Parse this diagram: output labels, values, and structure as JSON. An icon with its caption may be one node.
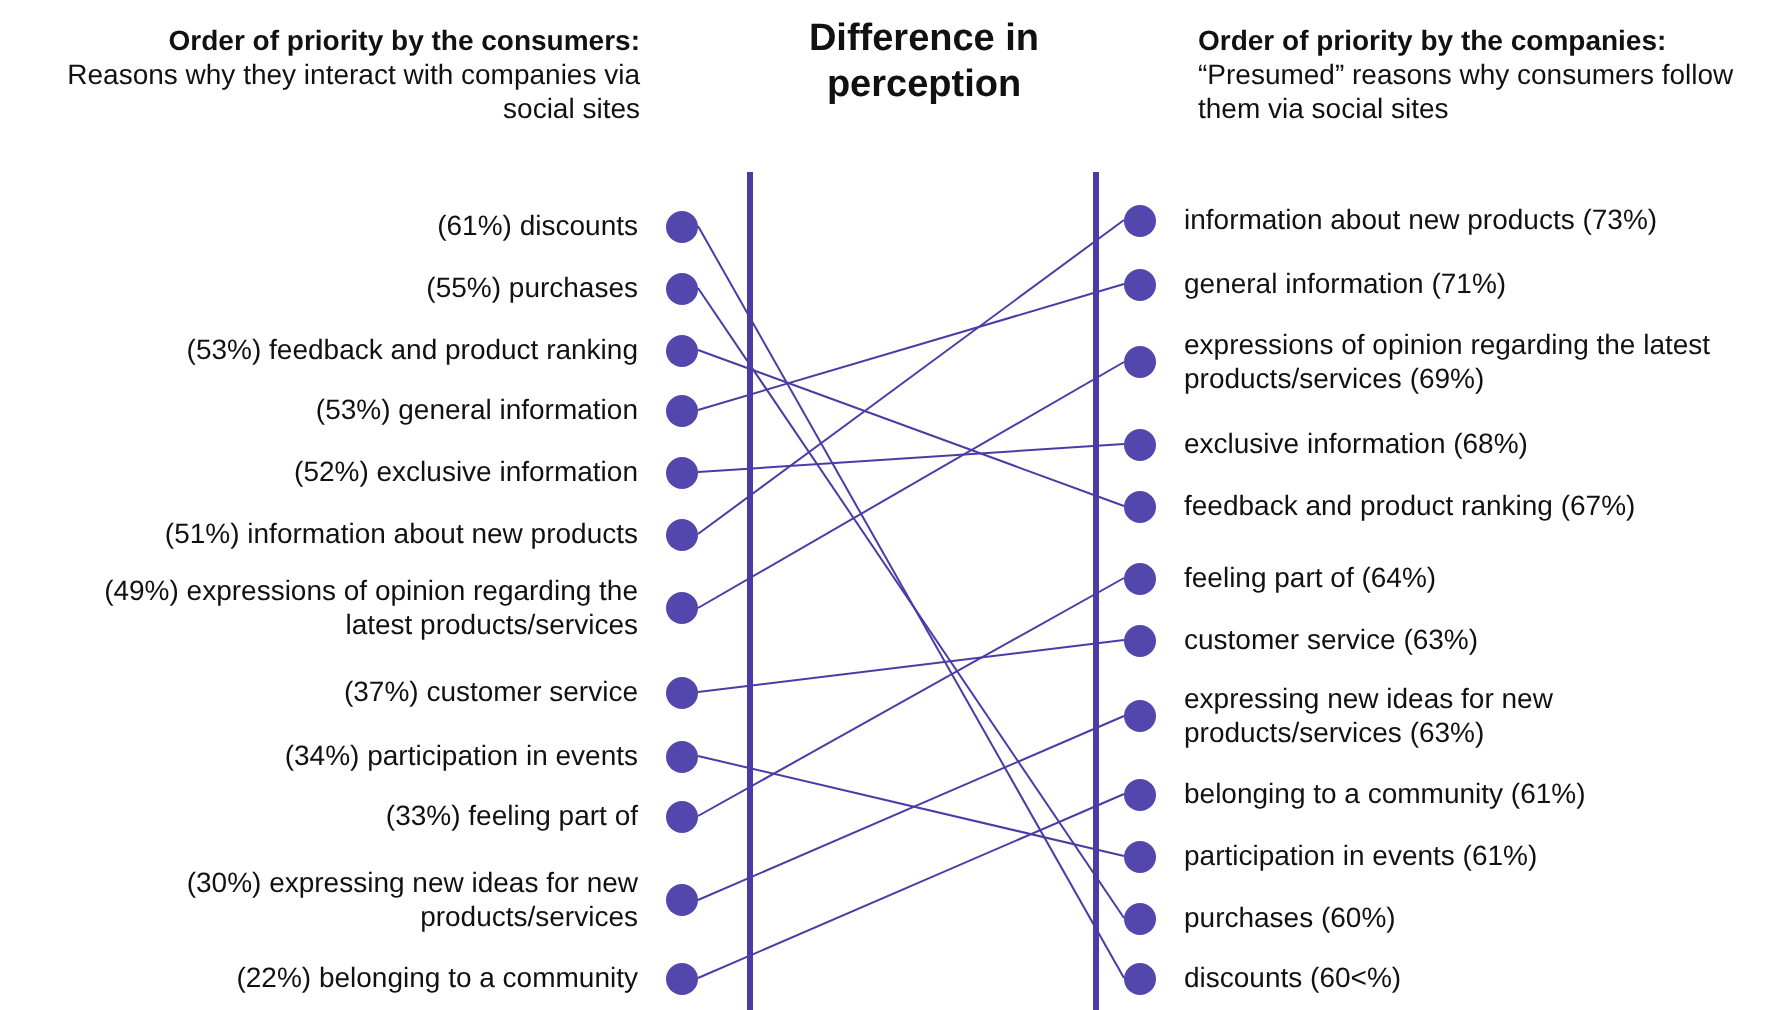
{
  "diagram": {
    "title": "Difference in perception",
    "nodes": [
      {
        "text": [
          "(61%) discounts"
        ]
      },
      {
        "text": [
          "(55%) purchases"
        ]
      },
      {
        "text": [
          "(53%) feedback and product ranking"
        ]
      },
      {
        "text": [
          "(53%) general information"
        ]
      },
      {
        "text": [
          "(52%) exclusive information"
        ]
      },
      {
        "text": [
          "(51%) information about new products"
        ]
      },
      {
        "text": [
          "(49%) expressions of opinion regarding the latest products/services"
        ]
      },
      {
        "text": [
          "(37%) customer service"
        ]
      },
      {
        "text": [
          "(34%) participation in events"
        ]
      },
      {
        "text": [
          "(33%) feeling part of"
        ]
      },
      {
        "text": [
          "(30%) expressing new ideas for new products/services"
        ]
      },
      {
        "text": [
          "(22%) belonging to a community"
        ]
      },
      {
        "text": [
          "information about new products (73%)"
        ]
      },
      {
        "text": [
          "general information (71%)"
        ]
      },
      {
        "text": [
          "expressions of opinion regarding the latest products/services (69%)"
        ]
      },
      {
        "text": [
          "exclusive information (68%)"
        ]
      },
      {
        "text": [
          "feedback and product ranking (67%)"
        ]
      },
      {
        "text": [
          "feeling part of (64%)"
        ]
      },
      {
        "text": [
          "customer service (63%)"
        ]
      },
      {
        "text": [
          "expressing new ideas for new products/services (63%)"
        ]
      },
      {
        "text": [
          "belonging to a community (61%)"
        ]
      },
      {
        "text": [
          "participation in events (61%)"
        ]
      },
      {
        "text": [
          "purchases (60%)"
        ]
      },
      {
        "text": [
          "discounts (60<%)"
        ]
      }
    ],
    "edges": [
      {
        "from": 0,
        "to": 23,
        "arrow": "none"
      },
      {
        "from": 1,
        "to": 22,
        "arrow": "none"
      },
      {
        "from": 2,
        "to": 16,
        "arrow": "none"
      },
      {
        "from": 3,
        "to": 13,
        "arrow": "none"
      },
      {
        "from": 4,
        "to": 15,
        "arrow": "none"
      },
      {
        "from": 5,
        "to": 12,
        "arrow": "none"
      },
      {
        "from": 6,
        "to": 14,
        "arrow": "none"
      },
      {
        "from": 7,
        "to": 18,
        "arrow": "none"
      },
      {
        "from": 8,
        "to": 21,
        "arrow": "none"
      },
      {
        "from": 9,
        "to": 17,
        "arrow": "none"
      },
      {
        "from": 10,
        "to": 19,
        "arrow": "none"
      },
      {
        "from": 11,
        "to": 20,
        "arrow": "none"
      }
    ],
    "labels": [
      "Order of priority by the consumers:",
      "Reasons why they interact with companies via social sites",
      "Order of priority by the companies:",
      "“Presumed” reasons why consumers follow them via social sites"
    ]
  }
}
